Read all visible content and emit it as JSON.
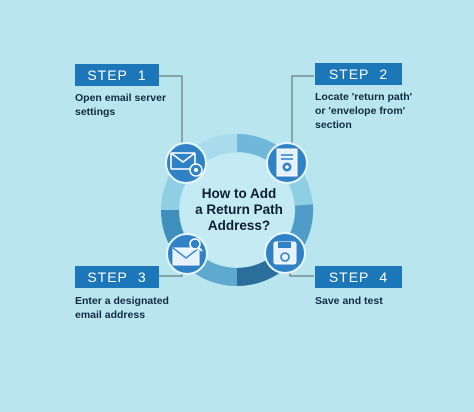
{
  "title": {
    "lines": [
      "How to Add",
      "a Return Path",
      "Address?"
    ]
  },
  "steps": [
    {
      "label": "STEP",
      "number": "1",
      "text": [
        "Open email server",
        "settings"
      ],
      "icon": "email-settings-icon"
    },
    {
      "label": "STEP",
      "number": "2",
      "text": [
        "Locate 'return path'",
        "or 'envelope from'",
        "section"
      ],
      "icon": "document-badge-icon"
    },
    {
      "label": "STEP",
      "number": "3",
      "text": [
        "Enter a designated",
        "email address"
      ],
      "icon": "email-search-icon"
    },
    {
      "label": "STEP",
      "number": "4",
      "text": [
        "Save and test"
      ],
      "icon": "floppy-disk-icon"
    }
  ],
  "colors": {
    "background": "#b9e5ef",
    "step_box": "#1b77b7",
    "ring_light": "#8fcfe4",
    "ring_mid": "#5fa9cf",
    "ring_dark": "#2a6f9b",
    "connector": "#55636e",
    "icon_circle": "#2f82c6"
  }
}
